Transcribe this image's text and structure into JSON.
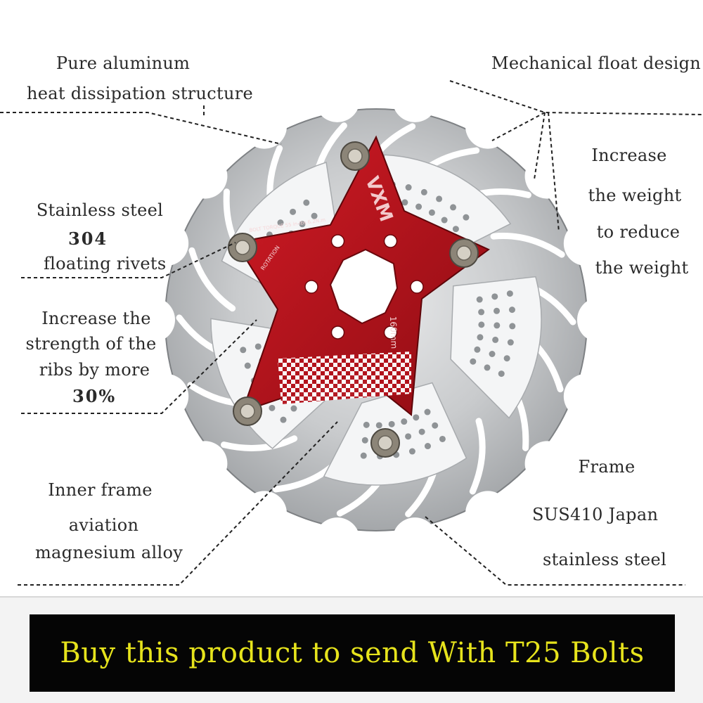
{
  "labels": {
    "aluminum": [
      "Pure aluminum",
      "heat dissipation structure"
    ],
    "float": "Mechanical float design",
    "weight": [
      "Increase",
      "the weight",
      "to reduce",
      "the weight"
    ],
    "rivets": [
      "Stainless steel",
      "304",
      "floating rivets"
    ],
    "ribs": [
      "Increase the",
      "strength of the",
      "ribs by more",
      "30%"
    ],
    "inner": [
      "Inner frame",
      "aviation",
      "magnesium alloy"
    ],
    "frame": [
      "Frame",
      "SUS410 Japan",
      "stainless steel"
    ]
  },
  "rotor": {
    "logo": "VXM",
    "torque": "BOLT TORQUE 55 in-lbs 6.2N.m",
    "rotation": "ROTATION",
    "size": "160mm"
  },
  "banner": {
    "text": "Buy this product to send With T25 Bolts"
  },
  "colors": {
    "steel": "#c4c6c8",
    "steel_dark": "#8e9194",
    "carrier": "#b3121b",
    "banner_bg": "#050505",
    "banner_text": "#e6e31c"
  }
}
